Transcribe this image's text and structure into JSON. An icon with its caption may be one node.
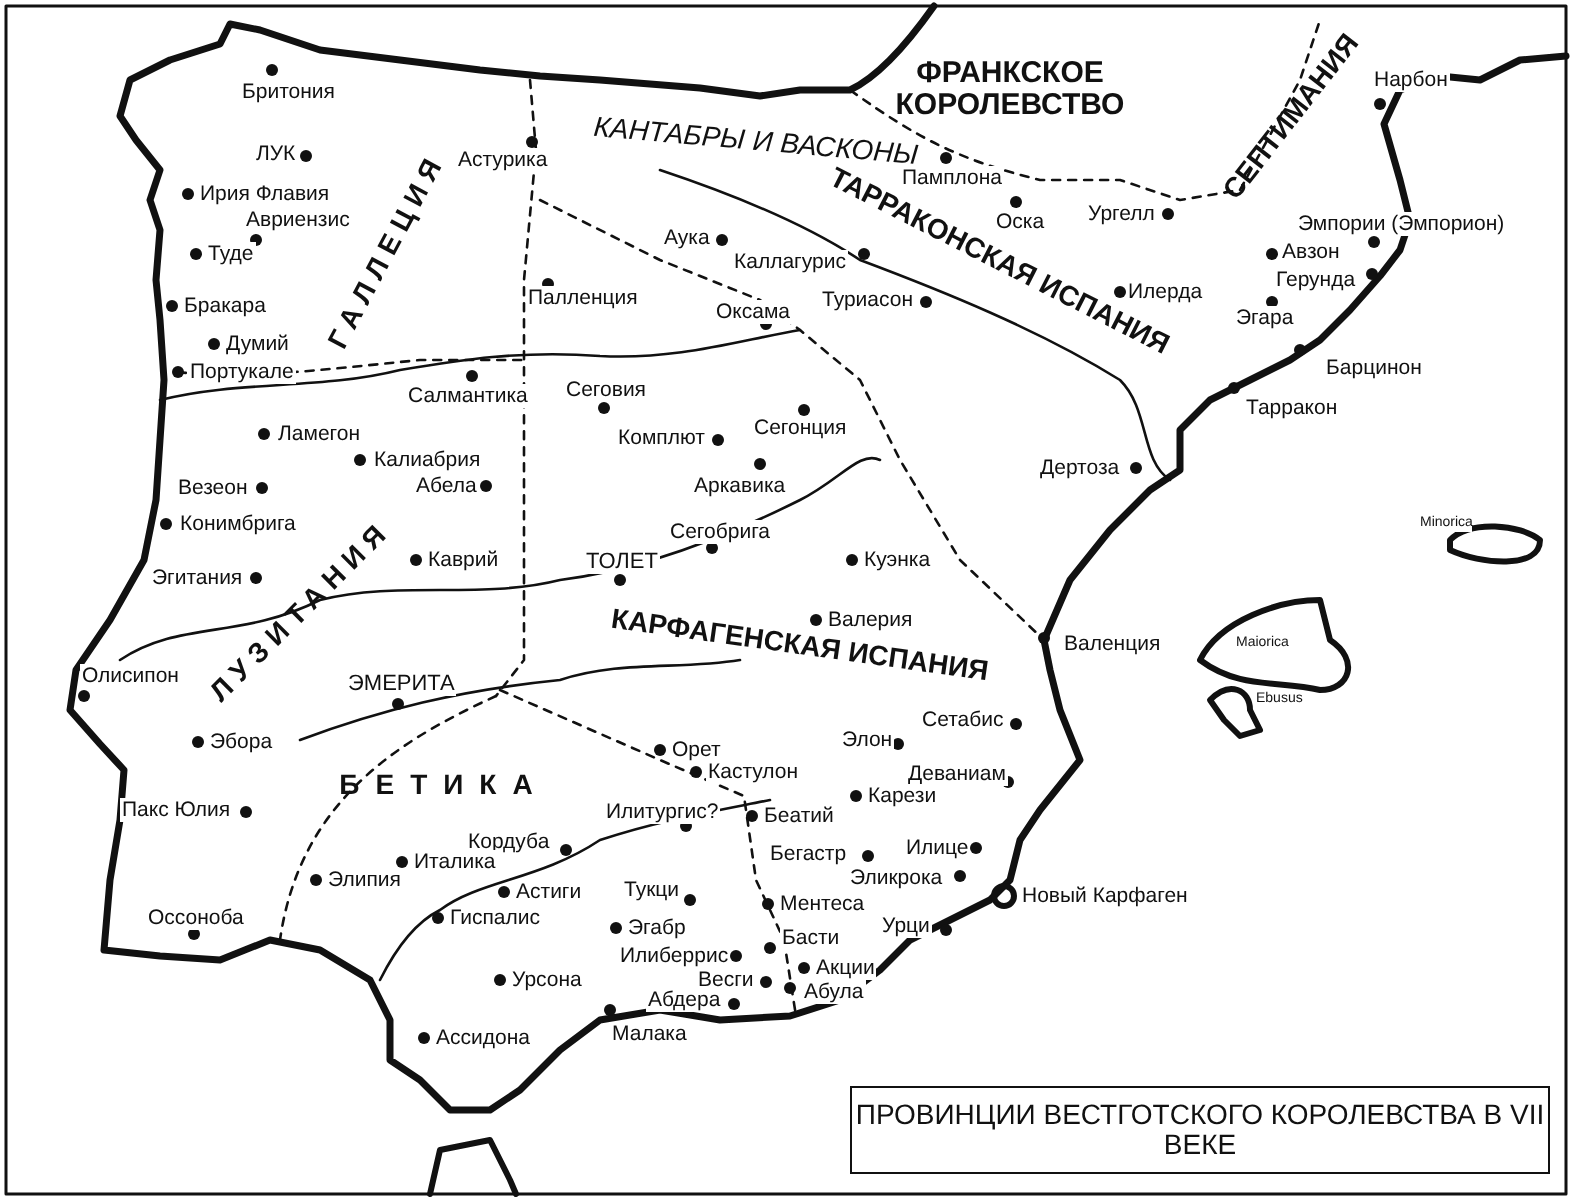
{
  "diagram": {
    "title": "ПРОВИНЦИИ ВЕСТГОТСКОГО КОРОЛЕВСТВА В VII ВЕКЕ",
    "labels": [
      "ФРАНКСКОЕ КОРОЛЕВСТВО",
      "СЕПТИМАНИЯ",
      "Бритония",
      "КАНТАБРЫ И ВАСКОНЫ",
      "Нарбон",
      "Астурика",
      "ЛУК",
      "Памплона",
      "Ирия Флавия",
      "Оска",
      "Ургелл",
      "ГАЛЛЕЦИЯ",
      "ТАРРАКОНСКАЯ ИСПАНИЯ",
      "Авриензис",
      "Эмпории (Эмпорион)",
      "Аука",
      "Туде",
      "Авзон",
      "Каллагурис",
      "Герунда",
      "Палленция",
      "Илерда",
      "Туриасон",
      "Бракара",
      "Эгара",
      "Оксама",
      "Думий",
      "Барцинон",
      "Портукале",
      "Салмантика",
      "Сеговия",
      "Тарракон",
      "Сегонция",
      "Ламегон",
      "Комплют",
      "Калиабрия",
      "Дертоза",
      "Везеон",
      "Абела",
      "Аркавика",
      "Конимбрига",
      "Сегобрига",
      "Куэнка",
      "Каврий",
      "ТОЛЕТ",
      "Эгитания",
      "ЛУЗИТАНИЯ",
      "Minorica",
      "Валерия",
      "Maiorica",
      "Валенция",
      "КАРФАГЕНСКАЯ ИСПАНИЯ",
      "Олисипон",
      "ЭМЕРИТА",
      "Ebusus",
      "Сетабис",
      "Элон",
      "Эбора",
      "Орет",
      "Кастулон",
      "Деваниам",
      "БЕТИКА",
      "Карези",
      "Пакс Юлия",
      "Илитургис?",
      "Беатий",
      "Кордуба",
      "Бегастр",
      "Илице",
      "Италика",
      "Элипия",
      "Эликрока",
      "Тукци",
      "Астиги",
      "Новый Карфаген",
      "Ментеса",
      "Гиспалис",
      "Оссоноба",
      "Эгабр",
      "Урци",
      "Басти",
      "Илиберрис",
      "Акции",
      "Урсона",
      "Весги",
      "Абула",
      "Абдера",
      "Ассидона",
      "Малака"
    ]
  }
}
